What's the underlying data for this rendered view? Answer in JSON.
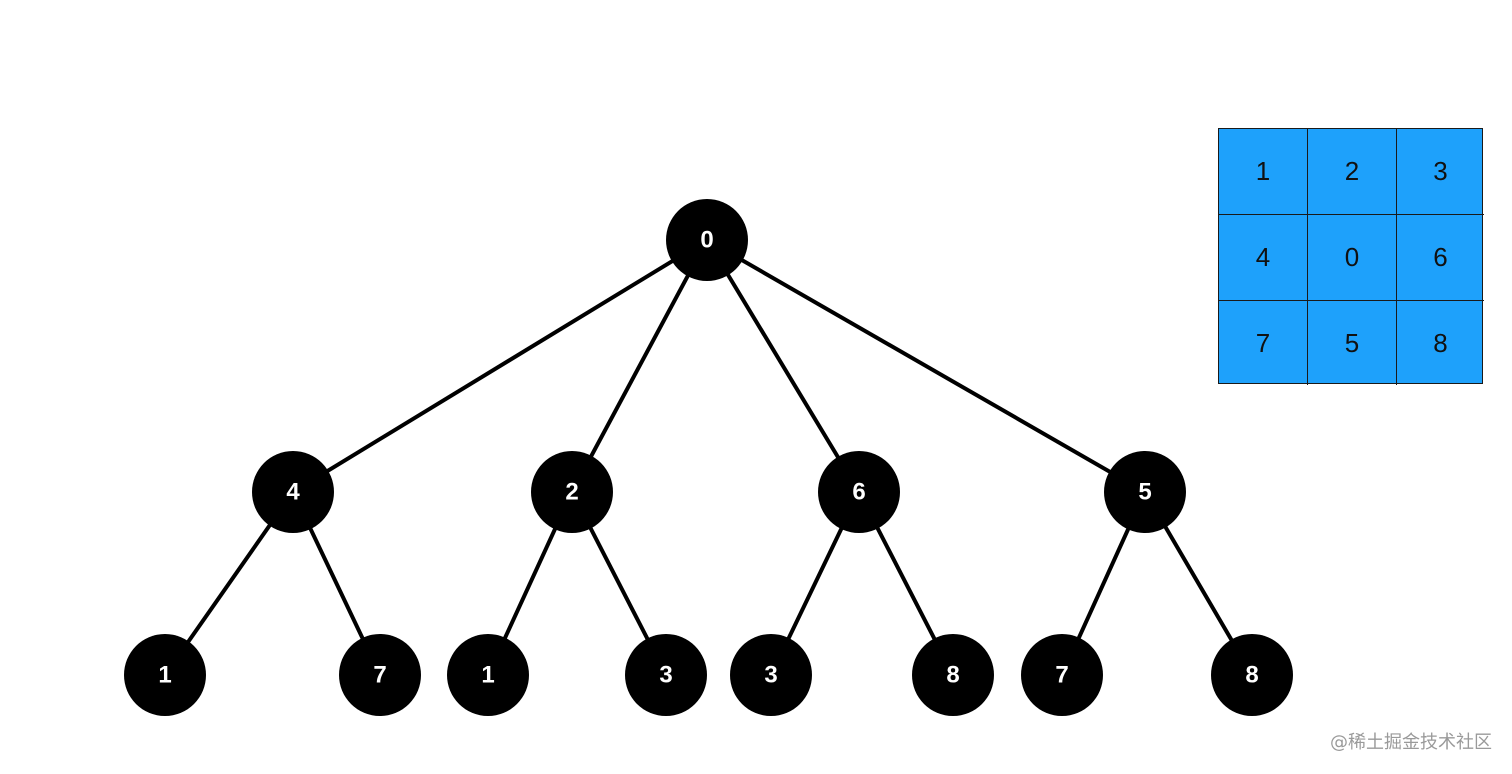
{
  "colors": {
    "node_fill": "#000000",
    "node_text": "#ffffff",
    "edge": "#000000",
    "grid_fill": "#1ea1fb",
    "grid_border": "#1a1a1a"
  },
  "tree": {
    "root": "0",
    "level1": [
      "4",
      "2",
      "6",
      "5"
    ],
    "level2": [
      "1",
      "7",
      "1",
      "3",
      "3",
      "8",
      "7",
      "8"
    ]
  },
  "grid": {
    "rows": [
      [
        "1",
        "2",
        "3"
      ],
      [
        "4",
        "0",
        "6"
      ],
      [
        "7",
        "5",
        "8"
      ]
    ]
  },
  "watermark": "@稀土掘金技术社区"
}
